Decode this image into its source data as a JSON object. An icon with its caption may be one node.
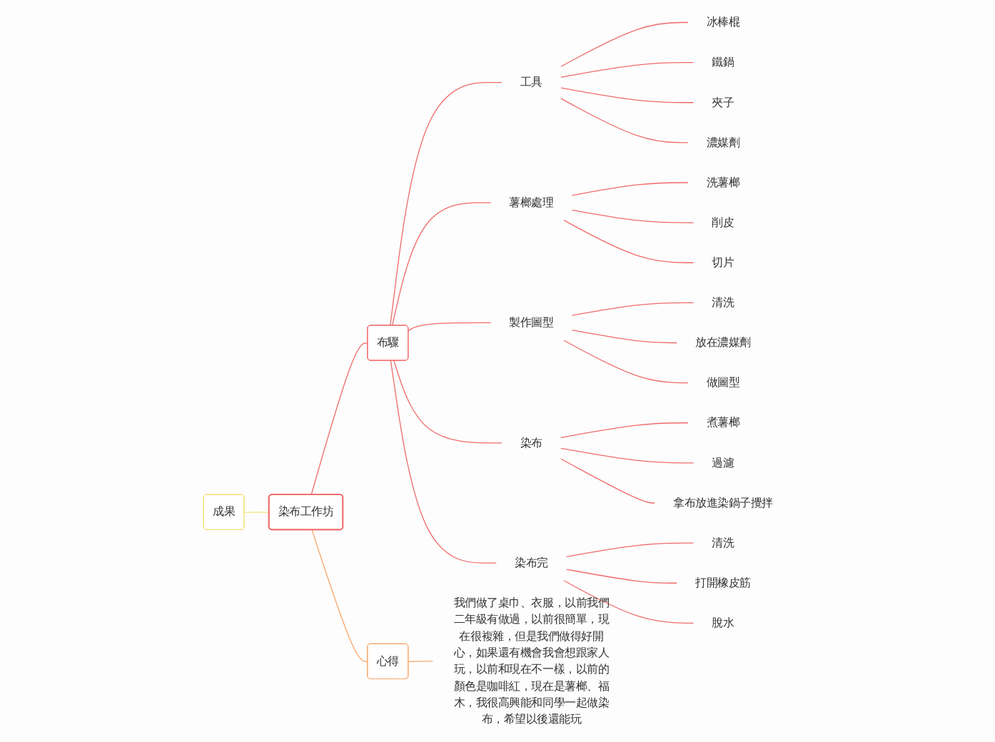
{
  "diagram": {
    "nodes": [
      {
        "text": [
          "染布工作坊"
        ]
      },
      {
        "text": [
          "成果"
        ]
      },
      {
        "text": [
          "布驟"
        ]
      },
      {
        "text": [
          "工具"
        ]
      },
      {
        "text": [
          "冰棒棍"
        ]
      },
      {
        "text": [
          "鐵鍋"
        ]
      },
      {
        "text": [
          "夾子"
        ]
      },
      {
        "text": [
          "濃媒劑"
        ]
      },
      {
        "text": [
          "薯榔處理"
        ]
      },
      {
        "text": [
          "洗薯榔"
        ]
      },
      {
        "text": [
          "削皮"
        ]
      },
      {
        "text": [
          "切片"
        ]
      },
      {
        "text": [
          "製作圖型"
        ]
      },
      {
        "text": [
          "清洗"
        ]
      },
      {
        "text": [
          "放在濃媒劑"
        ]
      },
      {
        "text": [
          "做圖型"
        ]
      },
      {
        "text": [
          "染布"
        ]
      },
      {
        "text": [
          "煮薯榔"
        ]
      },
      {
        "text": [
          "過濾"
        ]
      },
      {
        "text": [
          "拿布放進染鍋子攪拌"
        ]
      },
      {
        "text": [
          "染布完"
        ]
      },
      {
        "text": [
          "清洗"
        ]
      },
      {
        "text": [
          "打開橡皮筋"
        ]
      },
      {
        "text": [
          "脫水"
        ]
      },
      {
        "text": [
          "心得"
        ]
      },
      {
        "text": [
          "我們做了桌巾、衣服，以前我們二年級有做過，以前很簡單，現在很複雜，但是我們做得好開心，如果還有機會我會想跟家人玩，以前和現在不一樣，以前的顏色是咖啡紅，現在是薯榔、福木，我很高興能和同學一起做染布，希望以後還能玩"
        ]
      }
    ],
    "edges": [
      {
        "from": 1,
        "to": 0,
        "arrow": "none",
        "color": "#f5e27a"
      },
      {
        "from": 0,
        "to": 2,
        "arrow": "none"
      },
      {
        "from": 2,
        "to": 3,
        "arrow": "none"
      },
      {
        "from": 3,
        "to": 4,
        "arrow": "none"
      },
      {
        "from": 3,
        "to": 5,
        "arrow": "none"
      },
      {
        "from": 3,
        "to": 6,
        "arrow": "none"
      },
      {
        "from": 3,
        "to": 7,
        "arrow": "none"
      },
      {
        "from": 2,
        "to": 8,
        "arrow": "none"
      },
      {
        "from": 8,
        "to": 9,
        "arrow": "none"
      },
      {
        "from": 8,
        "to": 10,
        "arrow": "none"
      },
      {
        "from": 8,
        "to": 11,
        "arrow": "none"
      },
      {
        "from": 2,
        "to": 12,
        "arrow": "none"
      },
      {
        "from": 12,
        "to": 13,
        "arrow": "none"
      },
      {
        "from": 12,
        "to": 14,
        "arrow": "none"
      },
      {
        "from": 12,
        "to": 15,
        "arrow": "none"
      },
      {
        "from": 2,
        "to": 16,
        "arrow": "none"
      },
      {
        "from": 16,
        "to": 17,
        "arrow": "none"
      },
      {
        "from": 16,
        "to": 18,
        "arrow": "none"
      },
      {
        "from": 16,
        "to": 19,
        "arrow": "none"
      },
      {
        "from": 2,
        "to": 20,
        "arrow": "none"
      },
      {
        "from": 20,
        "to": 21,
        "arrow": "none"
      },
      {
        "from": 20,
        "to": 22,
        "arrow": "none"
      },
      {
        "from": 20,
        "to": 23,
        "arrow": "none"
      },
      {
        "from": 0,
        "to": 24,
        "arrow": "none",
        "color": "#f9a86b"
      },
      {
        "from": 24,
        "to": 25,
        "arrow": "none",
        "color": "#f9a86b"
      }
    ]
  }
}
